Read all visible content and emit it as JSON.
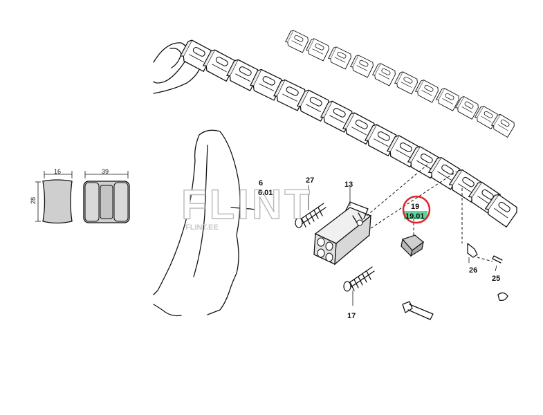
{
  "dimensions": {
    "pad_width": "16",
    "pad_height": "28",
    "block_width": "39"
  },
  "watermark": {
    "big": "FLINT",
    "small": "FLINT.EE"
  },
  "part_labels": {
    "p6": "6",
    "p601": "6.01",
    "p27": "27",
    "p13": "13",
    "p19": "19",
    "p1901": "19.01",
    "p26": "26",
    "p25": "25",
    "p17": "17"
  },
  "colors": {
    "highlight_circle": "#e0262b",
    "highlight_fill": "#5fd49a",
    "pad_fill": "#cfcfcf",
    "line": "#111111"
  }
}
